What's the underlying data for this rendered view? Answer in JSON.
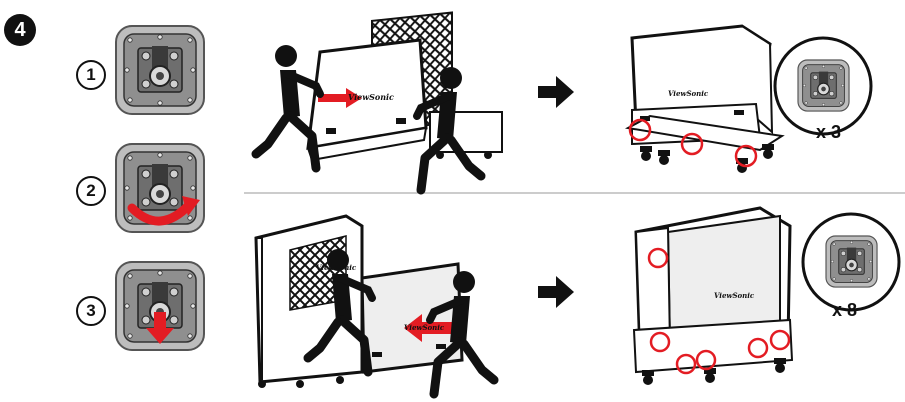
{
  "step": {
    "number": "4"
  },
  "substeps": [
    {
      "number": "1",
      "action": "none"
    },
    {
      "number": "2",
      "action": "rotate"
    },
    {
      "number": "3",
      "action": "release"
    }
  ],
  "brand": "ViewSonic",
  "rows": [
    {
      "id": "top",
      "multiplier": "x 3",
      "arrow_direction": "right"
    },
    {
      "id": "bottom",
      "multiplier": "x 8",
      "arrow_direction": "left"
    }
  ],
  "colors": {
    "highlight": "#e31c23",
    "ink": "#111111",
    "latch_bg": "#8f8f8f",
    "latch_plate": "#6e6e6e"
  },
  "icons": [
    "latch-icon",
    "rotate-arrow-icon",
    "down-arrow-icon",
    "right-arrow-icon",
    "worker-icon",
    "case-icon",
    "magnifier-callout-icon"
  ]
}
